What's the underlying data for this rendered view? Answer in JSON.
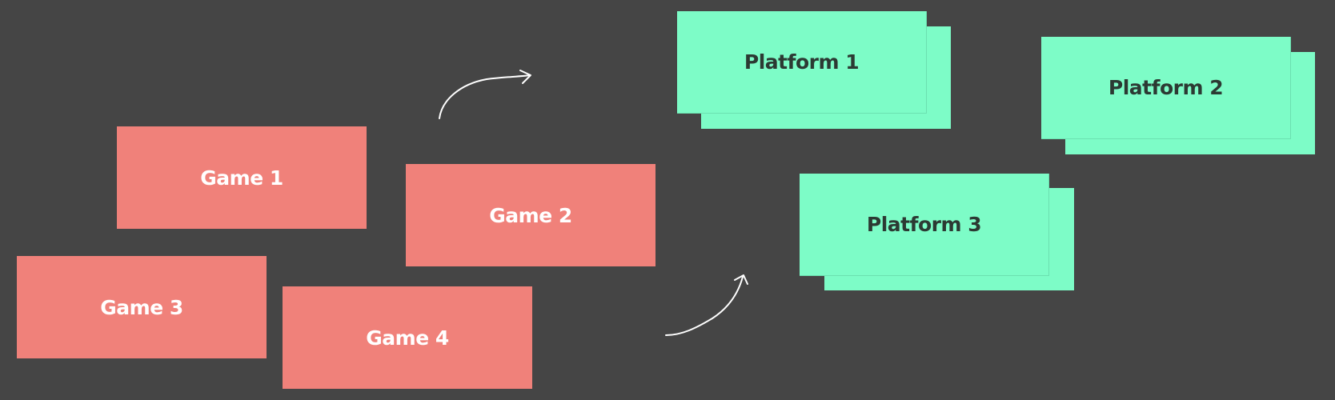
{
  "board": {
    "games": [
      {
        "label": "Game 1"
      },
      {
        "label": "Game 2"
      },
      {
        "label": "Game 3"
      },
      {
        "label": "Game 4"
      }
    ],
    "platforms": [
      {
        "label": "Platform 1"
      },
      {
        "label": "Platform 2"
      },
      {
        "label": "Platform 3"
      }
    ]
  },
  "colors": {
    "background": "#454545",
    "game_card": "#f0817a",
    "platform_card": "#7dfcc7",
    "game_text": "#ffffff",
    "platform_text": "#2c3a33",
    "arrow": "#ffffff"
  }
}
